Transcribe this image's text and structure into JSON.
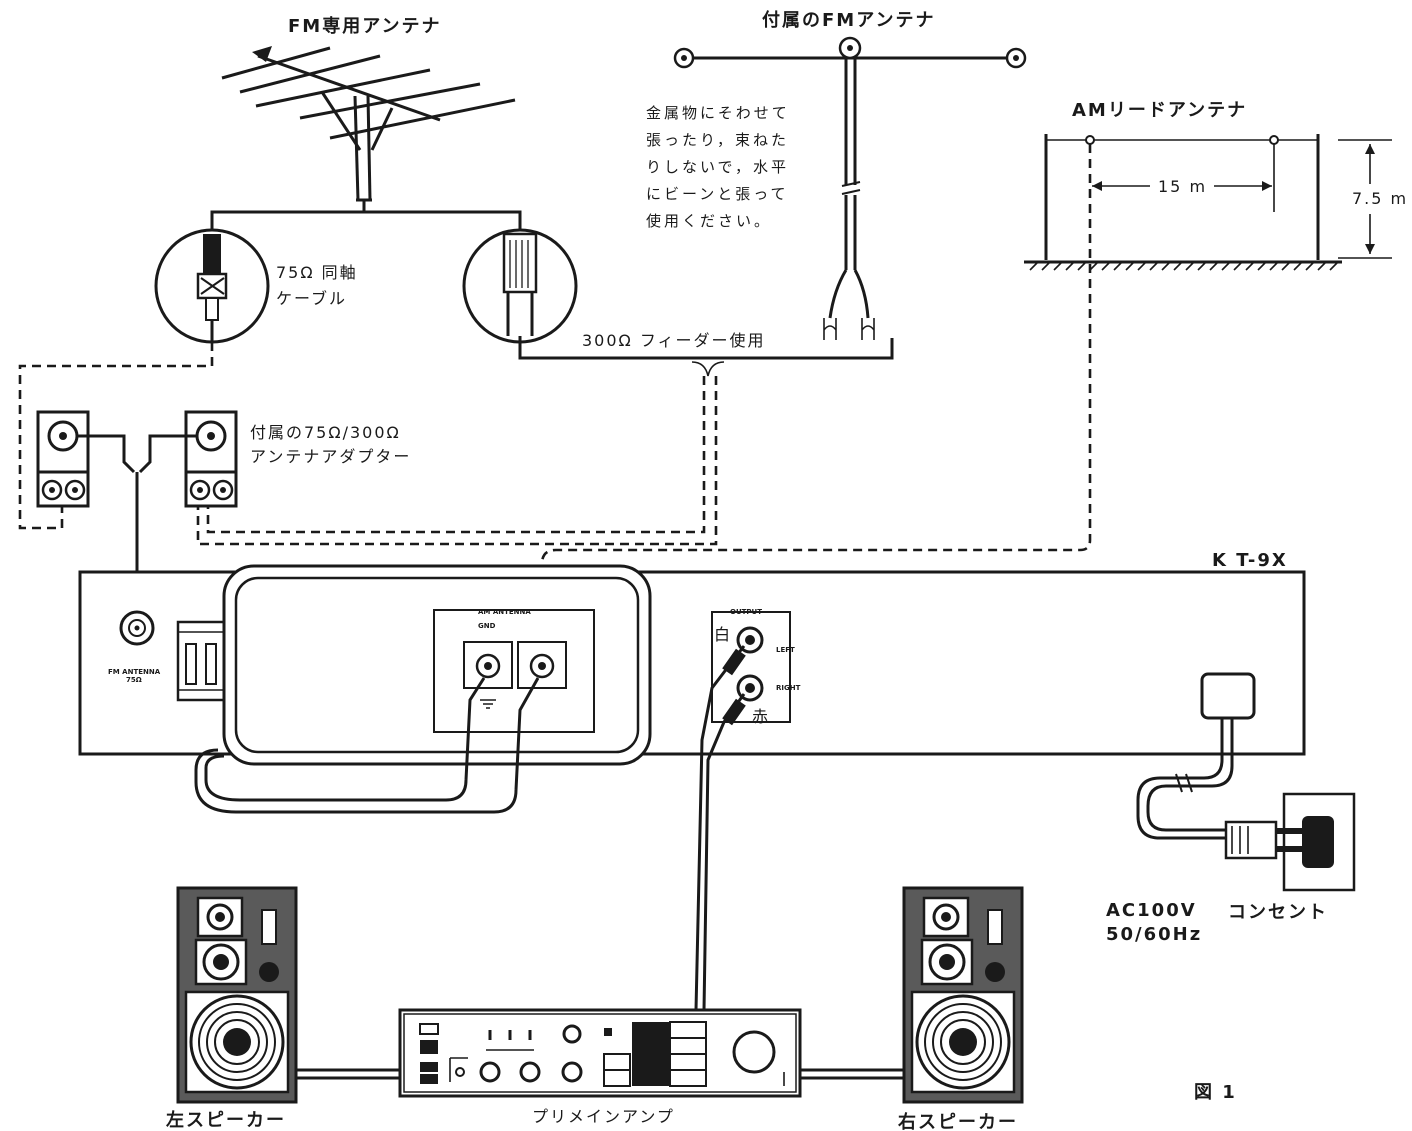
{
  "labels": {
    "fm_dedicated_antenna": "FM専用アンテナ",
    "included_fm_antenna": "付属のFMアンテナ",
    "am_lead_antenna": "AMリードアンテナ",
    "coax_cable_line1": "75Ω 同軸",
    "coax_cable_line2": "ケーブル",
    "feeder": "300Ω フィーダー使用",
    "adapter_line1": "付属の75Ω/300Ω",
    "adapter_line2": "アンテナアダプター",
    "span_15m": "15 m",
    "height_75m": "7.5 m",
    "model": "K T-9X",
    "fm_antenna_terminal_line1": "FM ANTENNA",
    "fm_antenna_terminal_line2": "75Ω",
    "am_antenna_terminal": "AM ANTENNA",
    "gnd": "GND",
    "output": "OUTPUT",
    "left": "LEFT",
    "right": "RIGHT",
    "white": "白",
    "red": "赤",
    "ac_line1": "AC100V",
    "ac_line2": "50/60Hz",
    "outlet": "コンセント",
    "left_speaker": "左スピーカー",
    "right_speaker": "右スピーカー",
    "amplifier": "プリメインアンプ",
    "figure": "図 1"
  },
  "note_lines": [
    "金属物にそわせて",
    "張ったり，束ねた",
    "りしないで，水平",
    "にビーンと張って",
    "使用ください。"
  ]
}
